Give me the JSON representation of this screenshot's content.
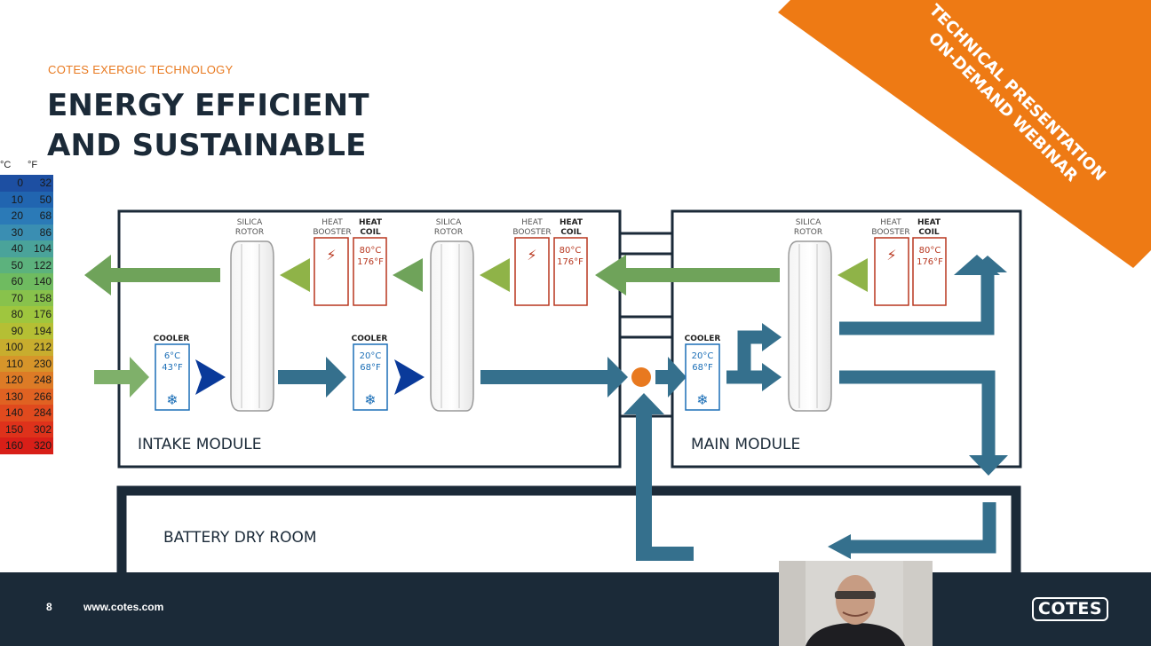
{
  "slide": {
    "eyebrow": "COTES EXERGIC TECHNOLOGY",
    "title_line1": "ENERGY EFFICIENT",
    "title_line2": "AND SUSTAINABLE",
    "ribbon_line1": "TECHNICAL PRESENTATION",
    "ribbon_line2": "ON-DEMAND WEBINAR"
  },
  "colors": {
    "navy": "#1b2a38",
    "orange": "#e8791f",
    "steel_blue": "#35708d",
    "green": "#6fa35a",
    "red": "#b8371f",
    "cold_blue": "#1c6fb7"
  },
  "temp_scale": {
    "unit_c": "°C",
    "unit_f": "°F",
    "rows": [
      {
        "c": "0",
        "f": "32",
        "color": "#1d4fa2"
      },
      {
        "c": "10",
        "f": "50",
        "color": "#2165b0"
      },
      {
        "c": "20",
        "f": "68",
        "color": "#2b7ab7"
      },
      {
        "c": "30",
        "f": "86",
        "color": "#3a8eb2"
      },
      {
        "c": "40",
        "f": "104",
        "color": "#4aa39a"
      },
      {
        "c": "50",
        "f": "122",
        "color": "#5cb27d"
      },
      {
        "c": "60",
        "f": "140",
        "color": "#6fbb60"
      },
      {
        "c": "70",
        "f": "158",
        "color": "#88c24c"
      },
      {
        "c": "80",
        "f": "176",
        "color": "#9fc63e"
      },
      {
        "c": "90",
        "f": "194",
        "color": "#b5bf34"
      },
      {
        "c": "100",
        "f": "212",
        "color": "#c8ad2e"
      },
      {
        "c": "110",
        "f": "230",
        "color": "#d6952a"
      },
      {
        "c": "120",
        "f": "248",
        "color": "#dd7b26"
      },
      {
        "c": "130",
        "f": "266",
        "color": "#e06222"
      },
      {
        "c": "140",
        "f": "284",
        "color": "#e04a1e"
      },
      {
        "c": "150",
        "f": "302",
        "color": "#de321b"
      },
      {
        "c": "160",
        "f": "320",
        "color": "#d81f18"
      }
    ]
  },
  "diagram": {
    "intake_module": "INTAKE MODULE",
    "main_module": "MAIN MODULE",
    "battery_room": "BATTERY DRY ROOM",
    "silica_rotor_1": "SILICA",
    "silica_rotor_2": "ROTOR",
    "heat_booster_1": "HEAT",
    "heat_booster_2": "BOOSTER",
    "heat_coil_1": "HEAT",
    "heat_coil_2": "COIL",
    "coil_c": "80°C",
    "coil_f": "176°F",
    "cooler_label": "COOLER",
    "cooler_1_c": "6°C",
    "cooler_1_f": "43°F",
    "cooler_2_c": "20°C",
    "cooler_2_f": "68°F",
    "cooler_3_c": "20°C",
    "cooler_3_f": "68°F",
    "bolt_glyph": "⚡",
    "snow_glyph": "❄"
  },
  "footer": {
    "page_number": "8",
    "website": "www.cotes.com",
    "logo": "COTES"
  }
}
